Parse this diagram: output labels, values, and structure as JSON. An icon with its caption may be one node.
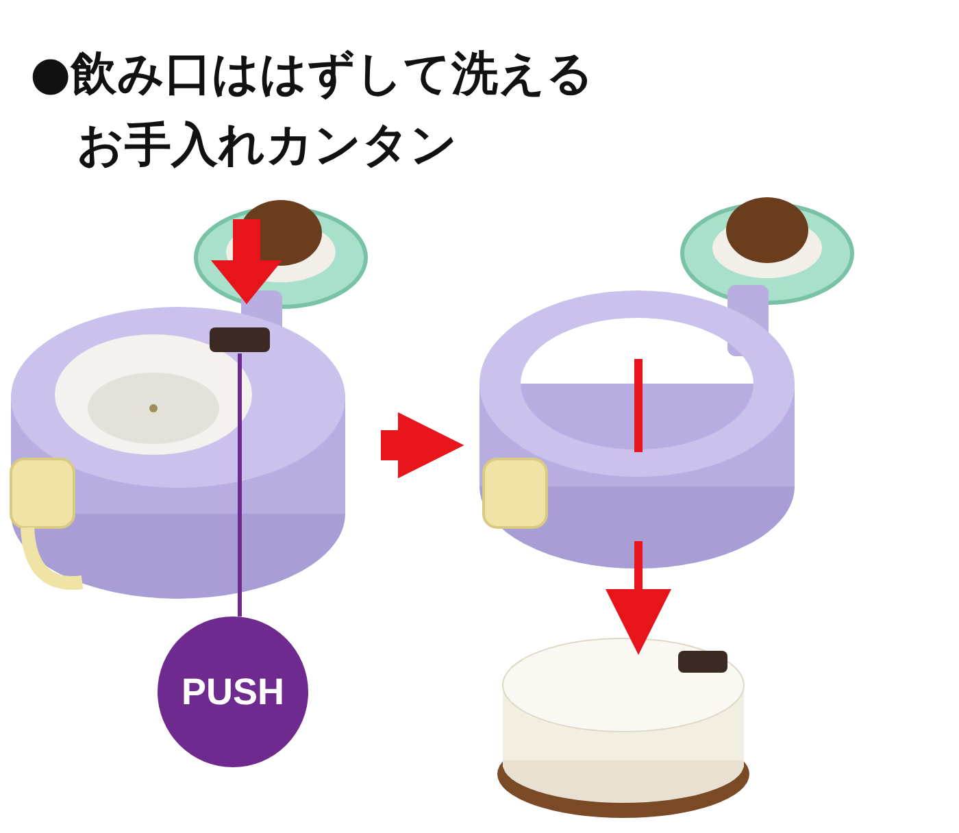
{
  "diagram": {
    "title": "●飲み口ははずして洗えるお手入れカンタン",
    "nodes": [
      {
        "text": [],
        "shape": "picture"
      },
      {
        "text": [],
        "shape": "box",
        "in": 0
      },
      {
        "text": [],
        "shape": "picture"
      },
      {
        "text": [
          "PUSH"
        ]
      }
    ],
    "edges": [
      {
        "from": 0,
        "to": 2,
        "arrow": "to",
        "style": "thick",
        "color": "#e8141b"
      },
      {
        "from": 3,
        "to": 1,
        "arrow": "none",
        "color": "#6e2a8e"
      }
    ]
  }
}
